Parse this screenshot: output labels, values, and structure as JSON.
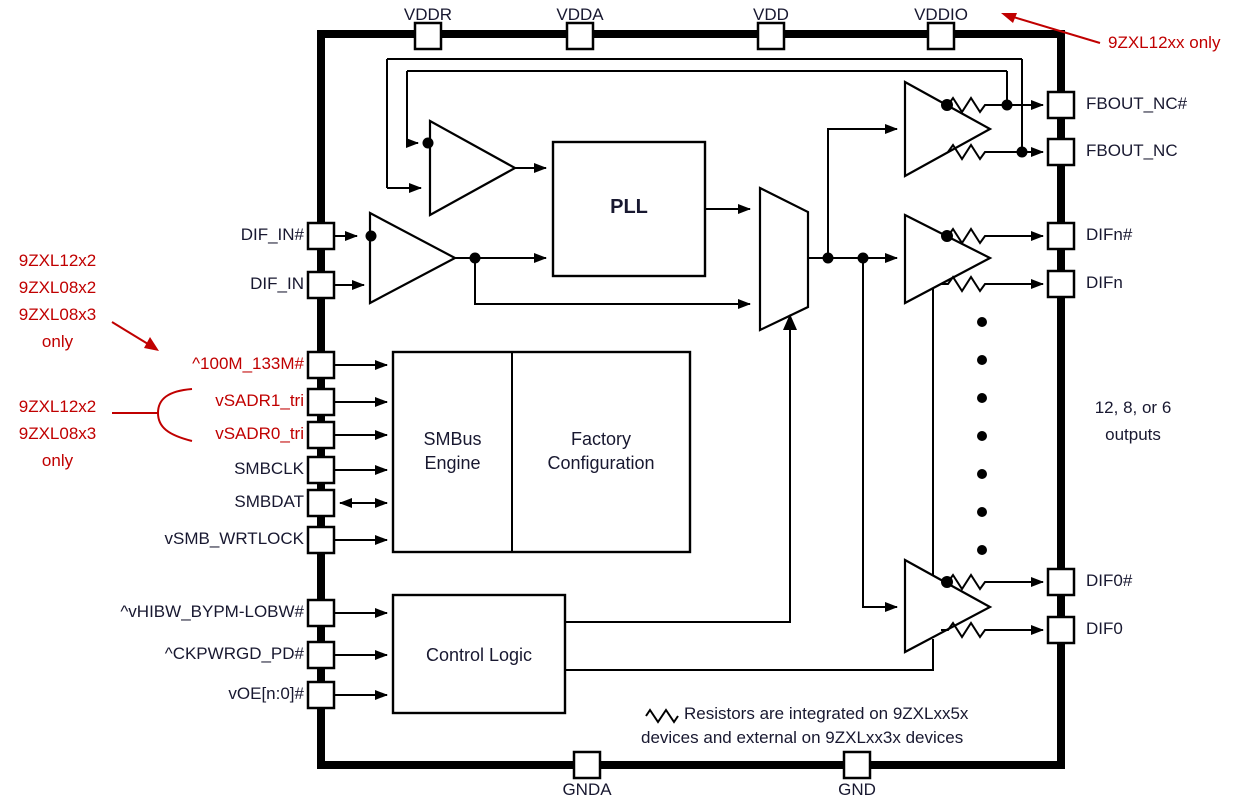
{
  "colors": {
    "line": "#000000",
    "red": "#c00000",
    "ink": "#181830",
    "pin_fill": "#ffffff"
  },
  "chip": {
    "top_pins": [
      {
        "label": "VDDR"
      },
      {
        "label": "VDDA"
      },
      {
        "label": "VDD"
      },
      {
        "label": "VDDIO"
      }
    ],
    "bottom_pins": [
      {
        "label": "GNDA"
      },
      {
        "label": "GND"
      }
    ],
    "left_pins": [
      {
        "label": "DIF_IN#",
        "color": "black"
      },
      {
        "label": "DIF_IN",
        "color": "black"
      },
      {
        "label": "^100M_133M#",
        "color": "red"
      },
      {
        "label": "vSADR1_tri",
        "color": "red"
      },
      {
        "label": "vSADR0_tri",
        "color": "red"
      },
      {
        "label": "SMBCLK",
        "color": "black"
      },
      {
        "label": "SMBDAT",
        "color": "black",
        "bidirectional": true
      },
      {
        "label": "vSMB_WRTLOCK",
        "color": "black"
      },
      {
        "label": "^vHIBW_BYPM-LOBW#",
        "color": "black"
      },
      {
        "label": "^CKPWRGD_PD#",
        "color": "black"
      },
      {
        "label": "vOE[n:0]#",
        "color": "black"
      }
    ],
    "right_pins": [
      {
        "label": "FBOUT_NC#"
      },
      {
        "label": "FBOUT_NC"
      },
      {
        "label": "DIFn#"
      },
      {
        "label": "DIFn"
      },
      {
        "label": "DIF0#"
      },
      {
        "label": "DIF0"
      }
    ],
    "blocks": {
      "pll": "PLL",
      "smbus": "SMBus\nEngine",
      "factory": "Factory\nConfiguration",
      "control": "Control Logic"
    },
    "annotations": {
      "vddio_note": "9ZXL12xx only",
      "m100_note": "9ZXL12x2\n9ZXL08x2\n9ZXL08x3\nonly",
      "sadr_note": "9ZXL12x2\n9ZXL08x3\nonly",
      "outputs_note": "12, 8, or 6\noutputs",
      "resistor_note_line1": "Resistors are integrated on 9ZXLxx5x",
      "resistor_note_line2": "devices and external on 9ZXLxx3x devices"
    }
  }
}
